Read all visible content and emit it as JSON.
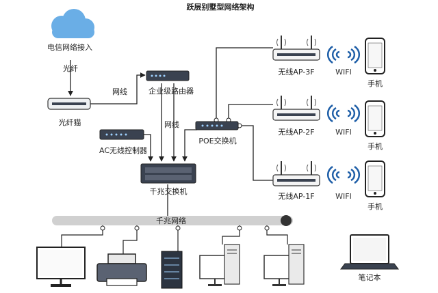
{
  "title": "跃层别墅型网络架构",
  "nodes": {
    "isp": "电信网络接入",
    "modem": "光纤猫",
    "router": "企业级路由器",
    "ac": "AC无线控制器",
    "core_switch": "千兆交换机",
    "poe_switch": "POE交换机",
    "ap3": "无线AP-3F",
    "ap2": "无线AP-2F",
    "ap1": "无线AP-1F",
    "wifi": "WIFI",
    "phone": "手机",
    "laptop": "笔记本",
    "backbone": "千兆网络"
  },
  "edges": {
    "fiber": "光纤",
    "cable": "网线"
  },
  "colors": {
    "line": "#222222",
    "cloud": "#6aaee6",
    "device_dark": "#3a4250",
    "wifi_blue": "#1f5fa8",
    "backbone": "#d0d0d0"
  }
}
